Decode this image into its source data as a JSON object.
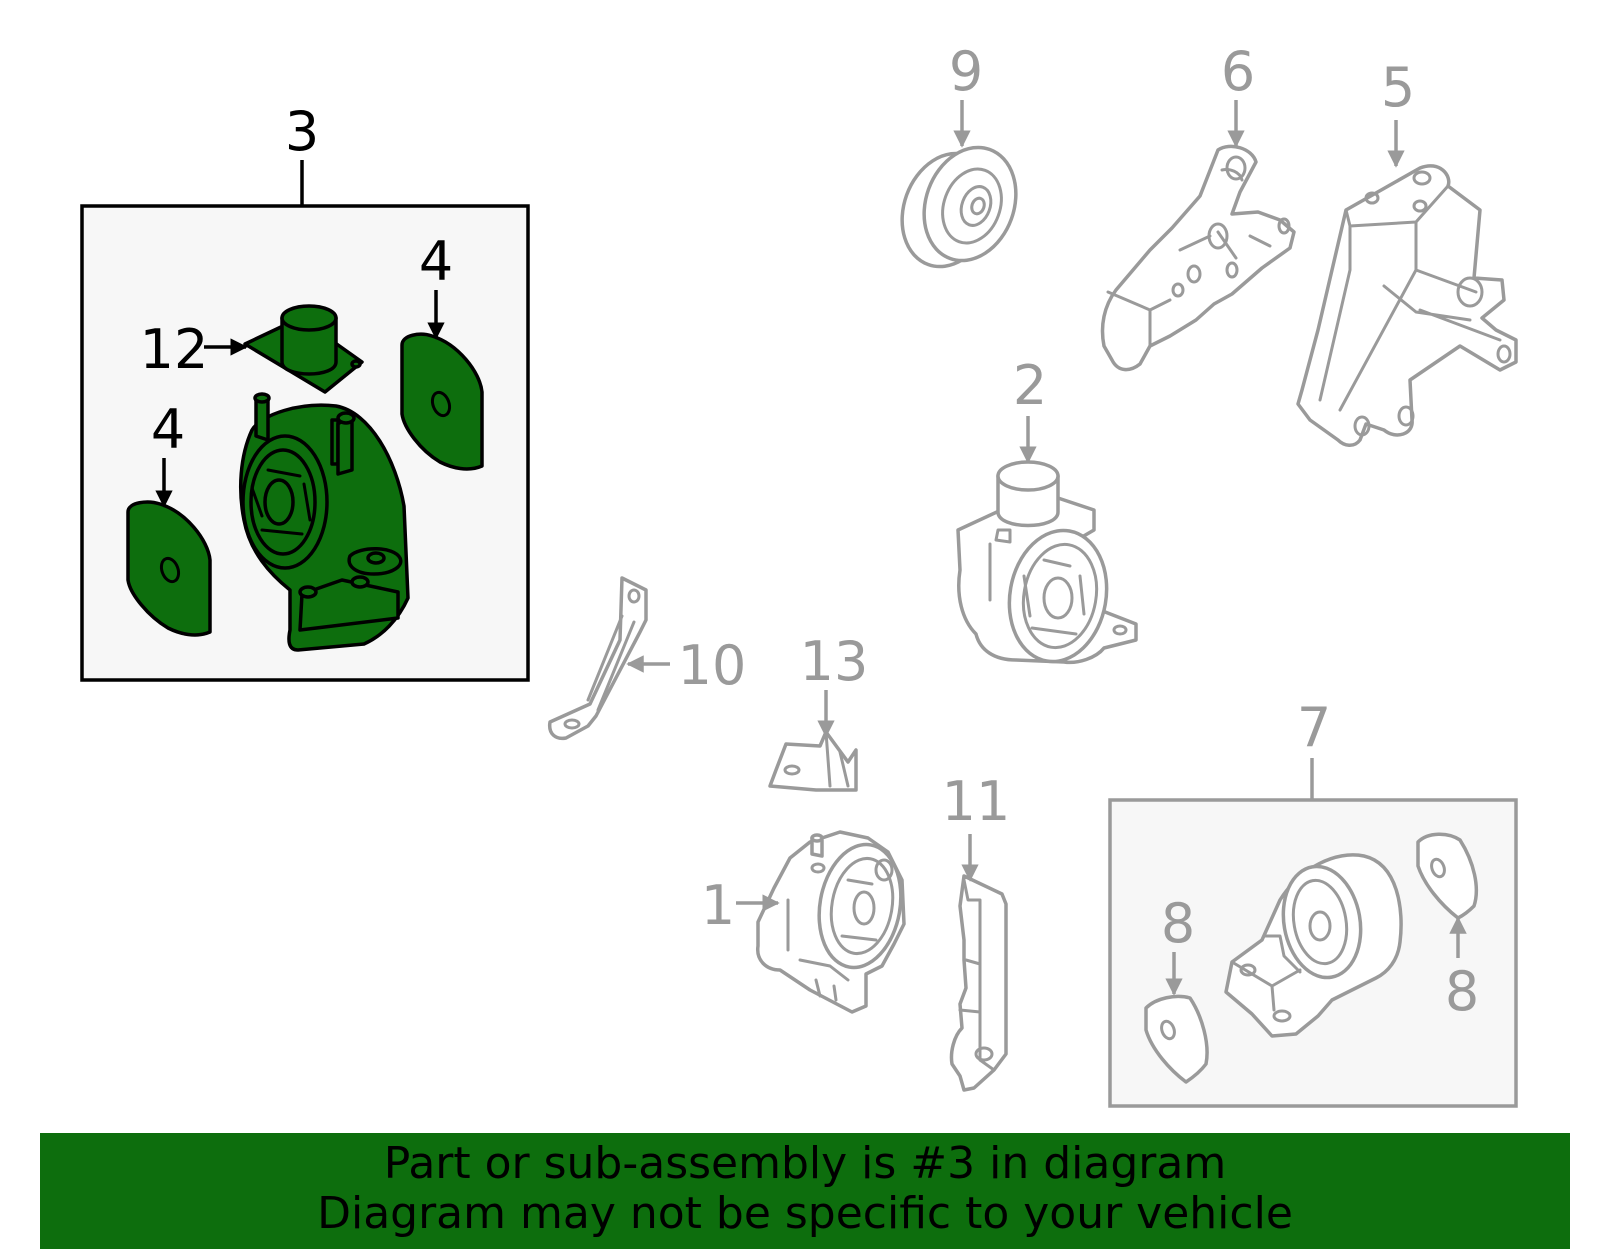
{
  "colors": {
    "highlight": "#0d6e0d",
    "label_dim": "#9a9a9a",
    "label_active": "#000000",
    "callout_box_fill": "#f7f7f7"
  },
  "callouts": {
    "c1": "1",
    "c2": "2",
    "c3": "3",
    "c4a": "4",
    "c4b": "4",
    "c5": "5",
    "c6": "6",
    "c7": "7",
    "c8a": "8",
    "c8b": "8",
    "c9": "9",
    "c10": "10",
    "c11": "11",
    "c12": "12",
    "c13": "13"
  },
  "banner": {
    "line1": "Part or sub-assembly is #3 in diagram",
    "line2": "Diagram may not be specific to your vehicle"
  }
}
